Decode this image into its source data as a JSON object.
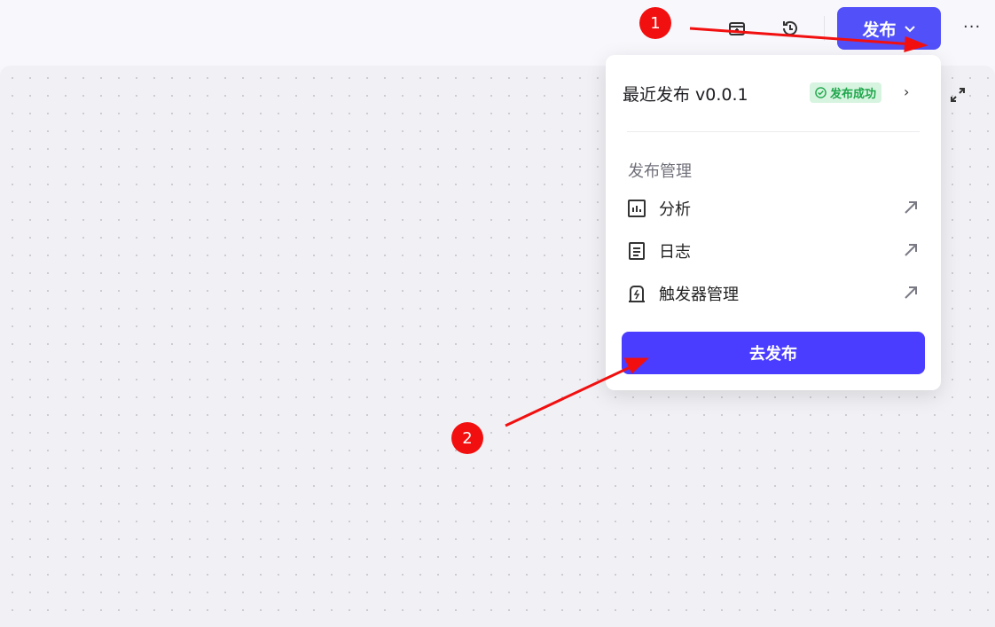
{
  "toolbar": {
    "publish_label": "发布",
    "icons": [
      "package-icon",
      "history-icon",
      "chevron-down-icon",
      "more-icon",
      "expand-icon"
    ]
  },
  "menu": {
    "recent_label": "最近发布 v0.0.1",
    "status_badge": "发布成功",
    "section_title": "发布管理",
    "items": [
      {
        "label": "分析",
        "icon": "chart-icon"
      },
      {
        "label": "日志",
        "icon": "document-icon"
      },
      {
        "label": "触发器管理",
        "icon": "trigger-icon"
      }
    ],
    "go_publish": "去发布"
  },
  "annotations": {
    "step1": "1",
    "step2": "2",
    "color": "#f20f0f"
  },
  "colors": {
    "accent": "#5250f9",
    "success": "#1ea64b"
  }
}
